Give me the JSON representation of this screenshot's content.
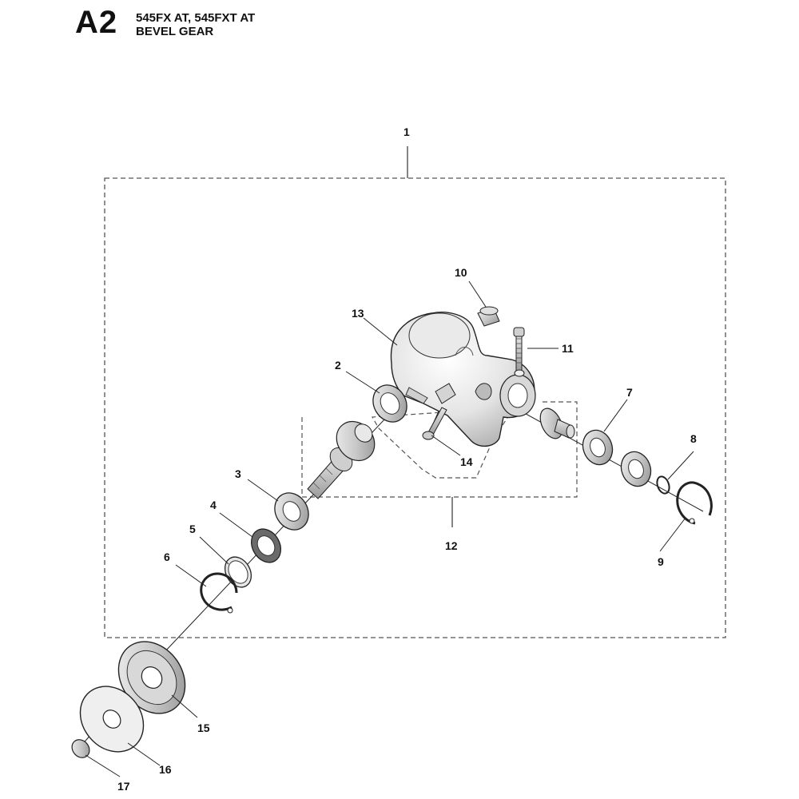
{
  "header": {
    "code": "A2",
    "models": "545FX AT, 545FXT AT",
    "title": "BEVEL GEAR"
  },
  "callouts": {
    "c1": "1",
    "c2": "2",
    "c3": "3",
    "c4": "4",
    "c5": "5",
    "c6": "6",
    "c7": "7",
    "c8": "8",
    "c9": "9",
    "c10": "10",
    "c11": "11",
    "c12": "12",
    "c13": "13",
    "c14": "14",
    "c15": "15",
    "c16": "16",
    "c17": "17"
  }
}
